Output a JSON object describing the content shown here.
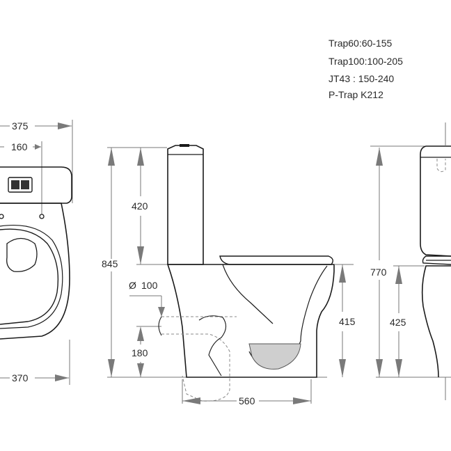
{
  "specs": [
    "Trap60:60-155",
    "Trap100:100-205",
    "JT43  : 150-240",
    "P-Trap K212"
  ],
  "dimensions": {
    "top_width": "375",
    "hole_spacing": "160",
    "base_width": "370",
    "cistern_height": "420",
    "total_height": "845",
    "outlet_diameter": "100",
    "outlet_height": "180",
    "depth": "560",
    "seat_height": "415",
    "side_total_height": "770",
    "side_seat_height": "425"
  },
  "colors": {
    "line": "#1a1a1a",
    "dim_line": "#777777",
    "arrow": "#7a7a7a"
  }
}
